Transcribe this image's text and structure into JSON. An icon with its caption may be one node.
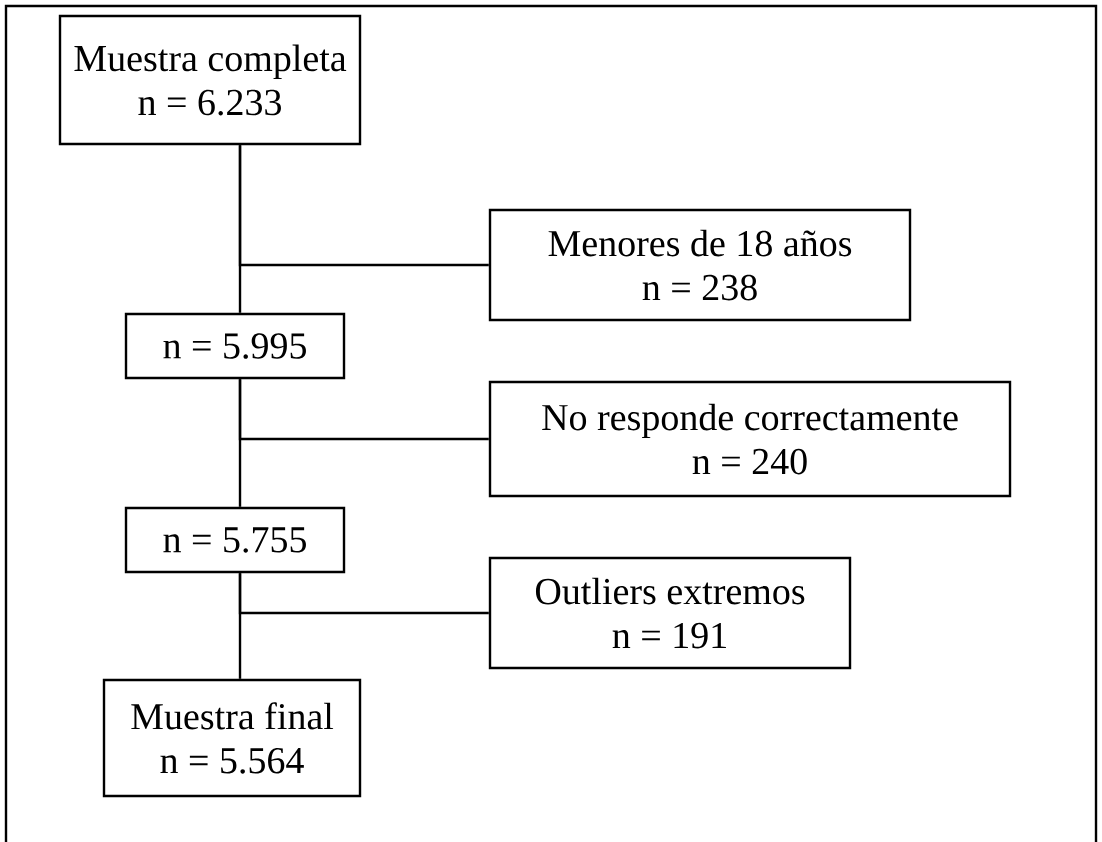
{
  "diagram": {
    "nodes": [
      {
        "text": [
          "Muestra completa",
          "n = 6.233"
        ]
      },
      {
        "text": [
          "Menores de 18 años",
          "n = 238"
        ]
      },
      {
        "text": [
          "n = 5.995"
        ]
      },
      {
        "text": [
          "No responde correctamente",
          "n = 240"
        ]
      },
      {
        "text": [
          "n = 5.755"
        ]
      },
      {
        "text": [
          "Outliers extremos",
          "n = 191"
        ]
      },
      {
        "text": [
          "Muestra final",
          "n = 5.564"
        ]
      }
    ],
    "edges": [
      {
        "from": 0,
        "to": 2,
        "arrow": "none"
      },
      {
        "from": 0,
        "to": 1,
        "arrow": "none"
      },
      {
        "from": 2,
        "to": 4,
        "arrow": "none"
      },
      {
        "from": 2,
        "to": 3,
        "arrow": "none"
      },
      {
        "from": 4,
        "to": 6,
        "arrow": "none"
      },
      {
        "from": 4,
        "to": 5,
        "arrow": "none"
      }
    ]
  }
}
